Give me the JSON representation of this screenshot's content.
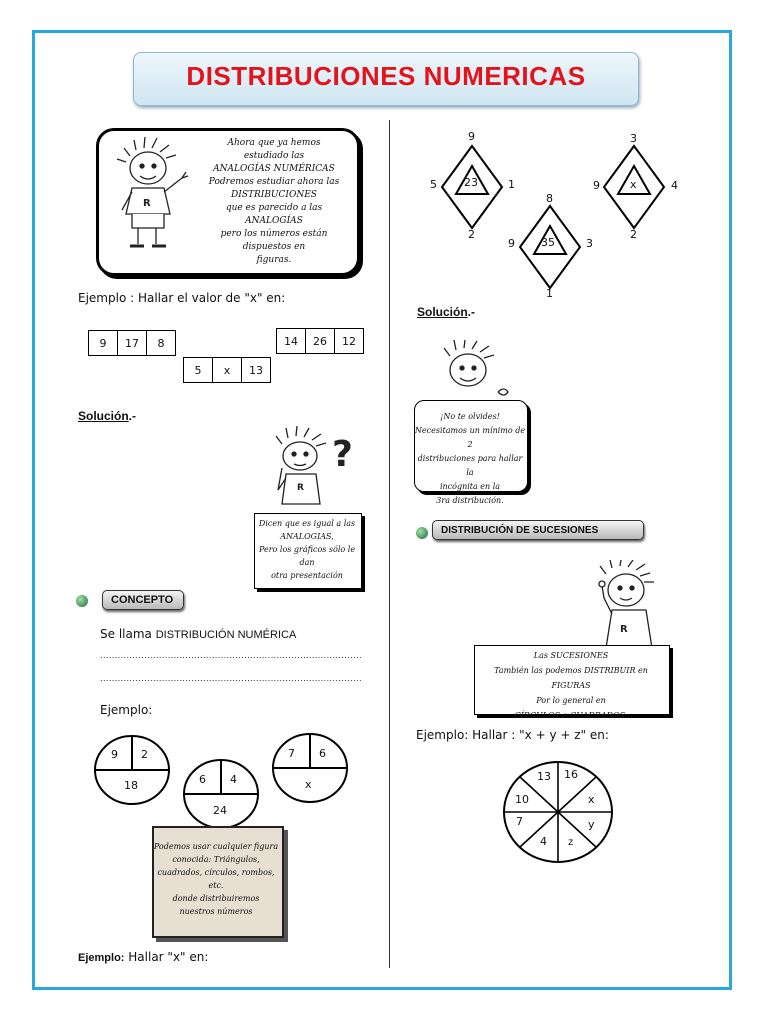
{
  "title": "DISTRIBUCIONES NUMERICAS",
  "intro_note": {
    "lines": [
      "Ahora que ya hemos",
      "estudiado las",
      "ANALOGÍAS NUMÉRICAS",
      "Podremos estudiar ahora las",
      "DISTRIBUCIONES",
      "que es parecido a las",
      "ANALOGÍAS",
      "pero los números están dispuestos en",
      "figuras."
    ]
  },
  "example1": {
    "label": "Ejemplo : Hallar el valor de \"x\" en:",
    "row1": [
      "9",
      "17",
      "8"
    ],
    "row2": [
      "14",
      "26",
      "12"
    ],
    "row3": [
      "5",
      "x",
      "13"
    ]
  },
  "solution1": {
    "label": "Solución",
    "suffix": ".-",
    "note_lines": [
      "Dicen que es igual a las",
      "ANALOGIAS,",
      "Pero los gráficos sólo le dan",
      "otra presentación"
    ]
  },
  "concepto": {
    "tag": "CONCEPTO",
    "text_prefix": "Se llama",
    "text_bold": "DISTRIBUCIÓN NUMÉRICA",
    "dots1": ".........................................................................................",
    "dots2": ".........................................................................................",
    "example_label": "Ejemplo:",
    "circles": [
      {
        "a": "9",
        "b": "2",
        "c": "18"
      },
      {
        "a": "6",
        "b": "4",
        "c": "24"
      },
      {
        "a": "7",
        "b": "6",
        "c": "x"
      }
    ],
    "paper_note_lines": [
      "Podemos usar cualquier figura",
      "conocida: Triángulos,",
      "cuadrados, círculos, rombos, etc.",
      "donde distribuiremos",
      "nuestros números"
    ]
  },
  "example2": {
    "label_bold": "Ejemplo:",
    "label_rest": "Hallar \"x\" en:"
  },
  "diamonds": [
    {
      "top": "9",
      "left": "5",
      "right": "1",
      "bottom": "2",
      "center": "23"
    },
    {
      "top": "3",
      "left": "9",
      "right": "4",
      "bottom": "2",
      "center": "x"
    },
    {
      "top": "8",
      "left": "9",
      "right": "3",
      "bottom": "1",
      "center": "35"
    }
  ],
  "solution2": {
    "label": "Solución",
    "suffix": ".-",
    "note_lines": [
      "¡No te olvides!",
      "Necesitamos un mínimo de 2",
      "distribuciones para hallar la",
      "incógnita en la",
      "3ra distribución."
    ]
  },
  "sucesiones": {
    "tag": "DISTRIBUCIÓN DE SUCESIONES",
    "note_lines": [
      "Las SUCESIONES",
      "También las podemos DISTRIBUIR en FIGURAS",
      "Por lo general en",
      "CÍRCULOS o CUADRADOS."
    ],
    "example_label": "Ejemplo:  Hallar : \"x + y + z\" en:",
    "wheel": [
      "13",
      "16",
      "x",
      "y",
      "z",
      "4",
      "7",
      "10"
    ]
  },
  "colors": {
    "frame": "#29a8e0",
    "title": "#e3131b"
  }
}
